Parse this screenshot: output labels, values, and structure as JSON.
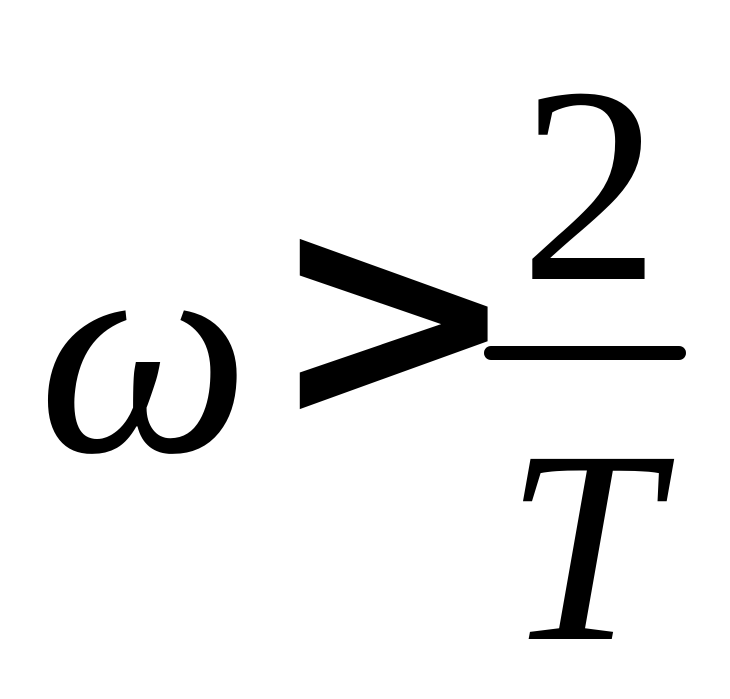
{
  "formula": {
    "lhs": "ω",
    "operator": ">",
    "numerator": "2",
    "denominator": "T"
  }
}
